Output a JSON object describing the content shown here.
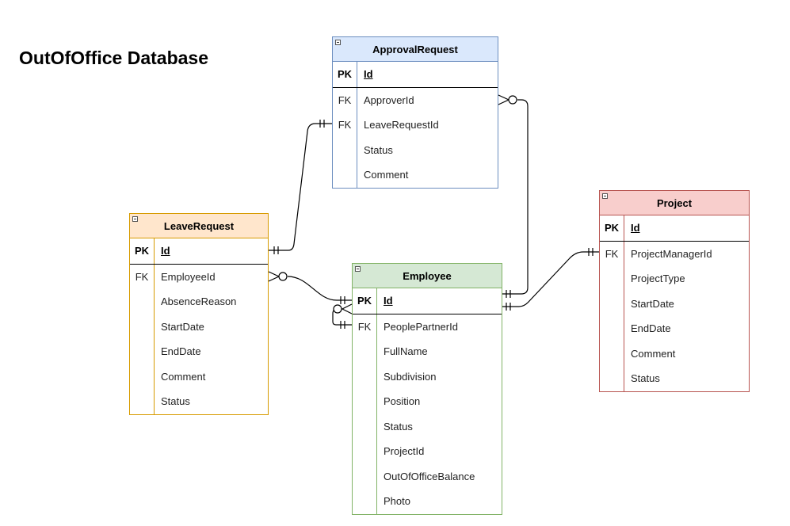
{
  "title": "OutOfOffice Database",
  "tables": {
    "approval": {
      "name": "ApprovalRequest",
      "pk": {
        "key": "PK",
        "field": "Id"
      },
      "fields": [
        {
          "key": "FK",
          "field": "ApproverId"
        },
        {
          "key": "FK",
          "field": "LeaveRequestId"
        },
        {
          "key": "",
          "field": "Status"
        },
        {
          "key": "",
          "field": "Comment"
        }
      ]
    },
    "leave": {
      "name": "LeaveRequest",
      "pk": {
        "key": "PK",
        "field": "Id"
      },
      "fields": [
        {
          "key": "FK",
          "field": "EmployeeId"
        },
        {
          "key": "",
          "field": "AbsenceReason"
        },
        {
          "key": "",
          "field": "StartDate"
        },
        {
          "key": "",
          "field": "EndDate"
        },
        {
          "key": "",
          "field": "Comment"
        },
        {
          "key": "",
          "field": "Status"
        }
      ]
    },
    "employee": {
      "name": "Employee",
      "pk": {
        "key": "PK",
        "field": "Id"
      },
      "fields": [
        {
          "key": "FK",
          "field": "PeoplePartnerId"
        },
        {
          "key": "",
          "field": "FullName"
        },
        {
          "key": "",
          "field": "Subdivision"
        },
        {
          "key": "",
          "field": "Position"
        },
        {
          "key": "",
          "field": "Status"
        },
        {
          "key": "",
          "field": "ProjectId"
        },
        {
          "key": "",
          "field": "OutOfOfficeBalance"
        },
        {
          "key": "",
          "field": "Photo"
        }
      ]
    },
    "project": {
      "name": "Project",
      "pk": {
        "key": "PK",
        "field": "Id"
      },
      "fields": [
        {
          "key": "FK",
          "field": "ProjectManagerId"
        },
        {
          "key": "",
          "field": "ProjectType"
        },
        {
          "key": "",
          "field": "StartDate"
        },
        {
          "key": "",
          "field": "EndDate"
        },
        {
          "key": "",
          "field": "Comment"
        },
        {
          "key": "",
          "field": "Status"
        }
      ]
    }
  },
  "colors": {
    "approval": {
      "header": "#dae8fc",
      "border": "#6c8ebf"
    },
    "leave": {
      "header": "#ffe6cc",
      "border": "#d79b00"
    },
    "employee": {
      "header": "#d5e8d4",
      "border": "#82b366"
    },
    "project": {
      "header": "#f8cecc",
      "border": "#b85450"
    }
  }
}
